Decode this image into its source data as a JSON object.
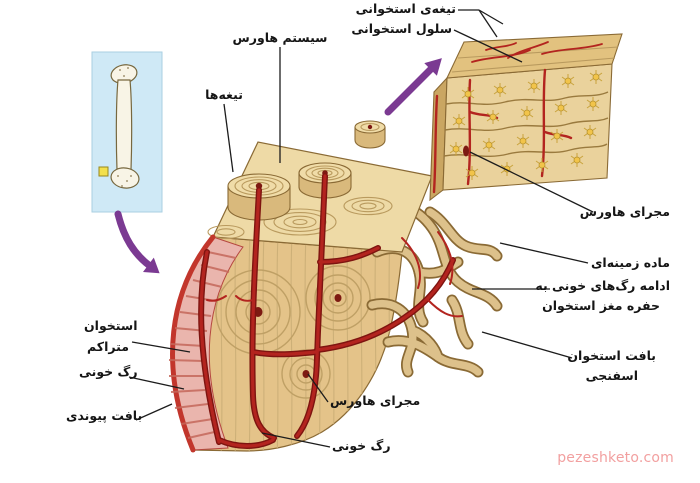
{
  "labels": {
    "bony_lamella": "تیغه‌ی استخوانی",
    "bone_cell": "سلول استخوانی",
    "haversian_system": "سیستم هاورس",
    "lamellae": "تیغه‌ها",
    "haversian_canal_inset": "مجرای هاورس",
    "ground_matrix": "ماده زمینه‌ای",
    "vessels_to_marrow_line1": "ادامه رگ‌های خونی به",
    "vessels_to_marrow_line2": "حفره مغز استخوان",
    "spongy_bone_line1": "بافت استخوان",
    "spongy_bone_line2": "اسفنجی",
    "compact_bone_line1": "استخوان",
    "compact_bone_line2": "متراکم",
    "blood_vessel_left": "رگ خونی",
    "connective_tissue": "بافت پیوندی",
    "haversian_canal_main": "مجرای هاورس",
    "blood_vessel_bottom": "رگ خونی"
  },
  "watermark": "pezeshketo.com",
  "colors": {
    "bone_tan": "#e4c389",
    "bone_tan_light": "#eedaa6",
    "bone_outline": "#8a6a35",
    "vessel_red": "#b3241f",
    "vessel_dark": "#7e1410",
    "periosteum_pink": "#eab5ad",
    "periosteum_red": "#c2362c",
    "arrow_purple": "#7b3a92",
    "locator_bg": "#cfe9f6",
    "cell_yellow": "#f2c44a",
    "spongy_tan": "#ddc18b",
    "watermark_pink": "#f2a0a0"
  }
}
